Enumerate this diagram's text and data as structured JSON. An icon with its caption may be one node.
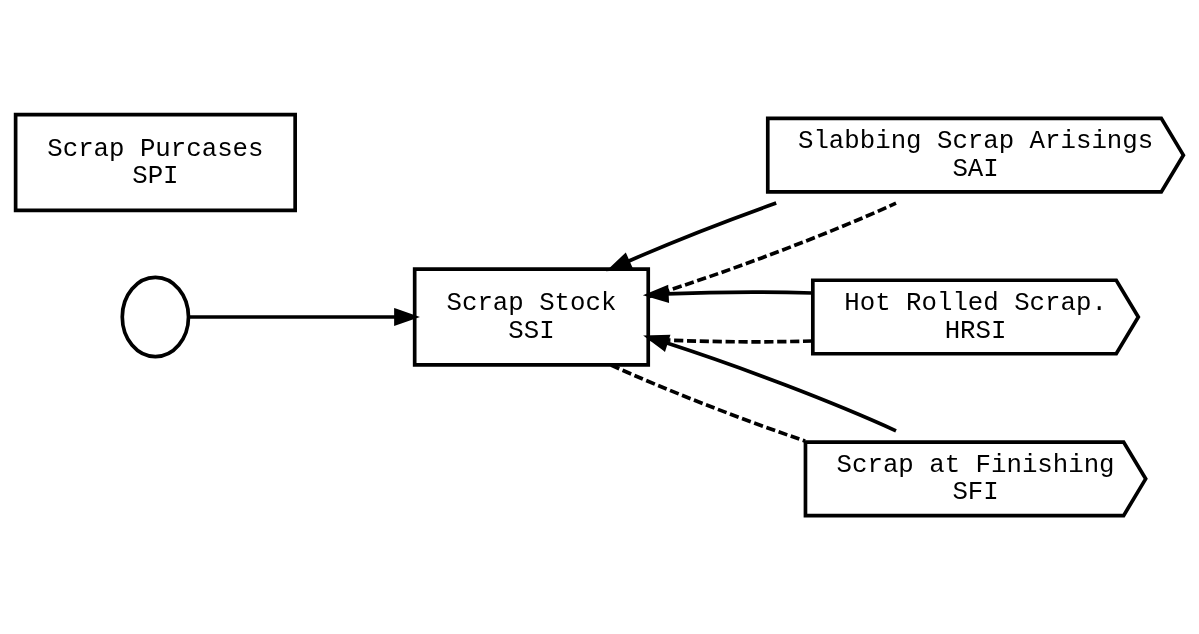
{
  "diagram": {
    "nodes": [
      {
        "text": [],
        "shape": "cloud"
      },
      {
        "text": [
          "Scrap Purcases",
          "SPI"
        ]
      },
      {
        "text": [
          "Scrap Stock",
          "SSI"
        ]
      },
      {
        "text": [
          "Slabbing Scrap Arisings",
          "SAI"
        ]
      },
      {
        "text": [
          "Hot Rolled Scrap.",
          "HRSI"
        ]
      },
      {
        "text": [
          "Scrap at Finishing",
          "SFI"
        ]
      }
    ],
    "edges": [
      {
        "from": 0,
        "to": 2,
        "arrow": "to"
      },
      {
        "from": 2,
        "to": 3,
        "arrow": "none",
        "style": "dashed"
      },
      {
        "from": 2,
        "to": 4,
        "arrow": "none",
        "style": "dashed"
      },
      {
        "from": 2,
        "to": 5,
        "arrow": "none",
        "style": "dashed"
      },
      {
        "from": 3,
        "to": 2,
        "arrow": "to"
      },
      {
        "from": 4,
        "to": 2,
        "arrow": "to"
      },
      {
        "from": 5,
        "to": 2,
        "arrow": "to"
      }
    ]
  }
}
